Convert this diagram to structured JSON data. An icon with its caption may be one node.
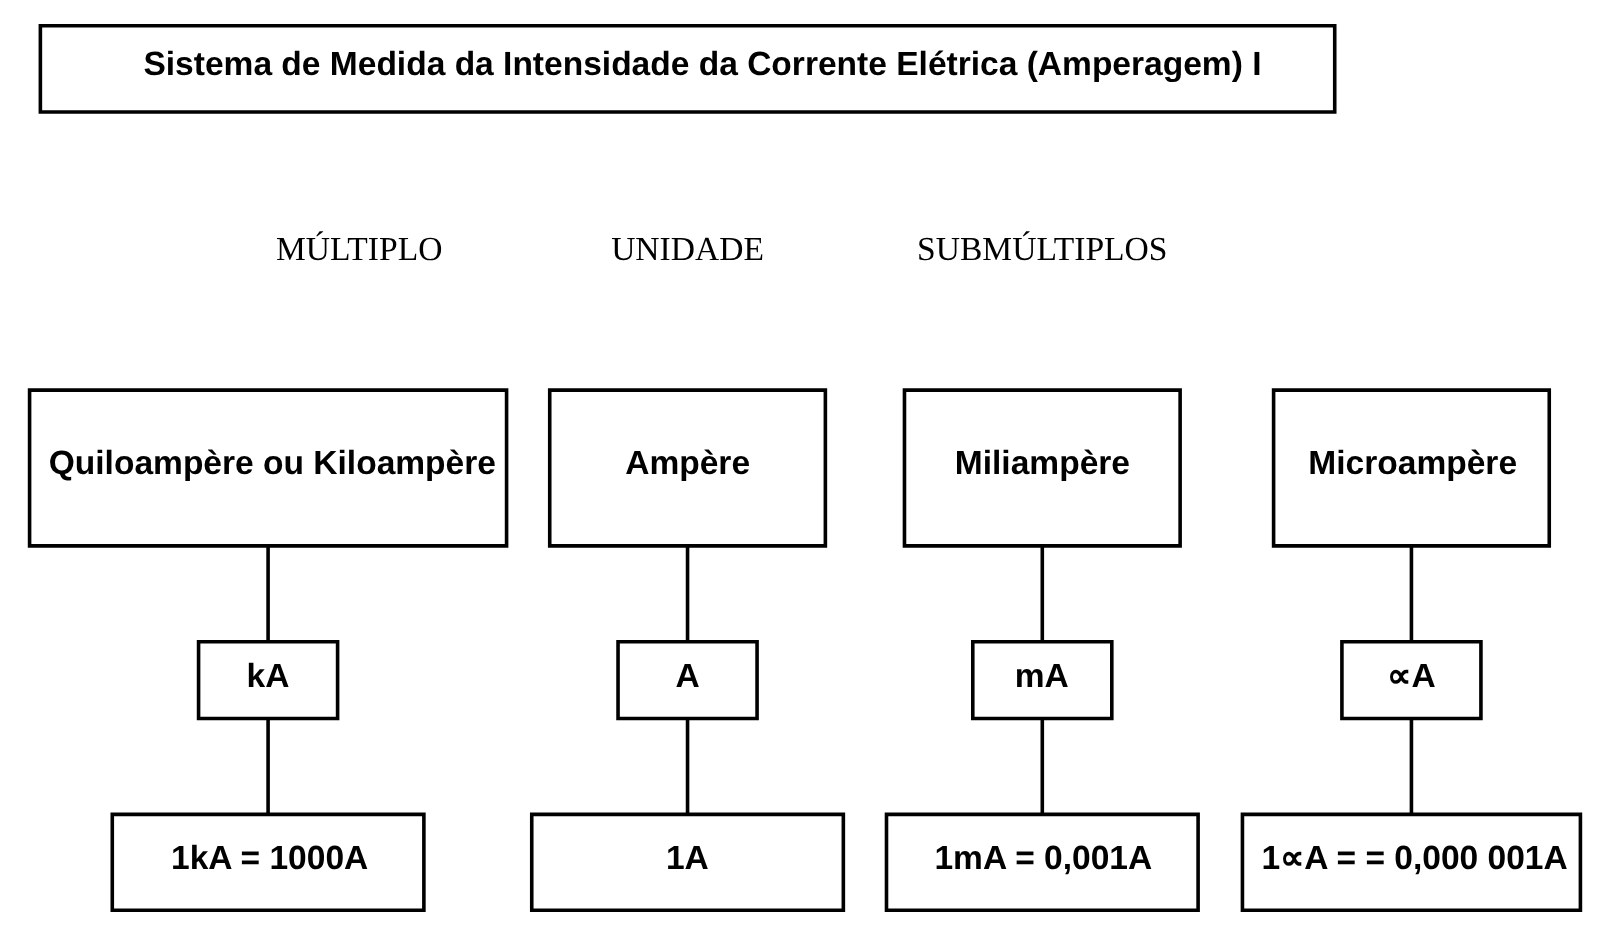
{
  "diagram": {
    "nodes": [
      {
        "text": [
          "Sistema de Medida da Intensidade da Corrente Elétrica (Amperagem) I"
        ]
      },
      {
        "text": [
          "Quiloampère ou Kiloampère"
        ]
      },
      {
        "text": [
          "Ampère"
        ]
      },
      {
        "text": [
          "Miliampère"
        ]
      },
      {
        "text": [
          "Microampère"
        ]
      },
      {
        "text": [
          "kA"
        ]
      },
      {
        "text": [
          "A"
        ]
      },
      {
        "text": [
          "mA"
        ]
      },
      {
        "text": [
          "∝A"
        ]
      },
      {
        "text": [
          "1kA = 1000A"
        ]
      },
      {
        "text": [
          "1A"
        ]
      },
      {
        "text": [
          "1mA = 0,001A"
        ]
      },
      {
        "text": [
          "1∝A = = 0,000 001A"
        ]
      }
    ],
    "edges": [
      {
        "from": 1,
        "to": 5,
        "arrow": "none"
      },
      {
        "from": 5,
        "to": 9,
        "arrow": "none"
      },
      {
        "from": 2,
        "to": 6,
        "arrow": "none"
      },
      {
        "from": 6,
        "to": 10,
        "arrow": "none"
      },
      {
        "from": 3,
        "to": 7,
        "arrow": "none"
      },
      {
        "from": 7,
        "to": 11,
        "arrow": "none"
      },
      {
        "from": 4,
        "to": 8,
        "arrow": "none"
      },
      {
        "from": 8,
        "to": 12,
        "arrow": "none"
      }
    ],
    "labels": [
      "MÚLTIPLO",
      "UNIDADE",
      "SUBMÚLTIPLOS"
    ]
  }
}
